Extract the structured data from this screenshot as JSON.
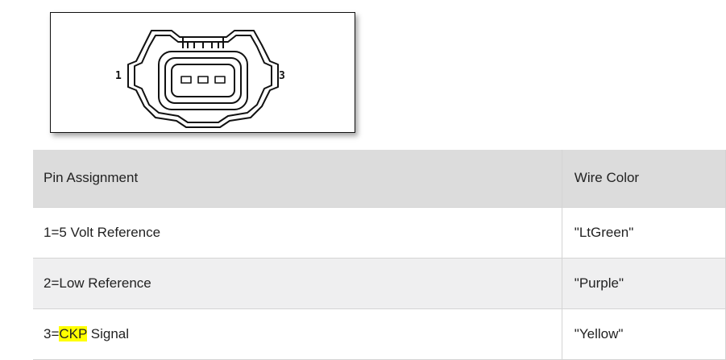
{
  "figure": {
    "pin_left": "1",
    "pin_right": "3"
  },
  "table": {
    "headers": [
      "Pin Assignment",
      "Wire Color"
    ],
    "rows": [
      {
        "pin_prefix": "1=5 Volt Reference",
        "pin_highlight": "",
        "pin_suffix": "",
        "wire": "\"LtGreen\""
      },
      {
        "pin_prefix": "2=Low Reference",
        "pin_highlight": "",
        "pin_suffix": "",
        "wire": "\"Purple\""
      },
      {
        "pin_prefix": "3=",
        "pin_highlight": "CKP",
        "pin_suffix": " Signal",
        "wire": "\"Yellow\""
      }
    ]
  },
  "colors": {
    "highlight": "#ffff00",
    "header_bg": "#dcdcdc",
    "alt_row_bg": "#efeff0"
  }
}
